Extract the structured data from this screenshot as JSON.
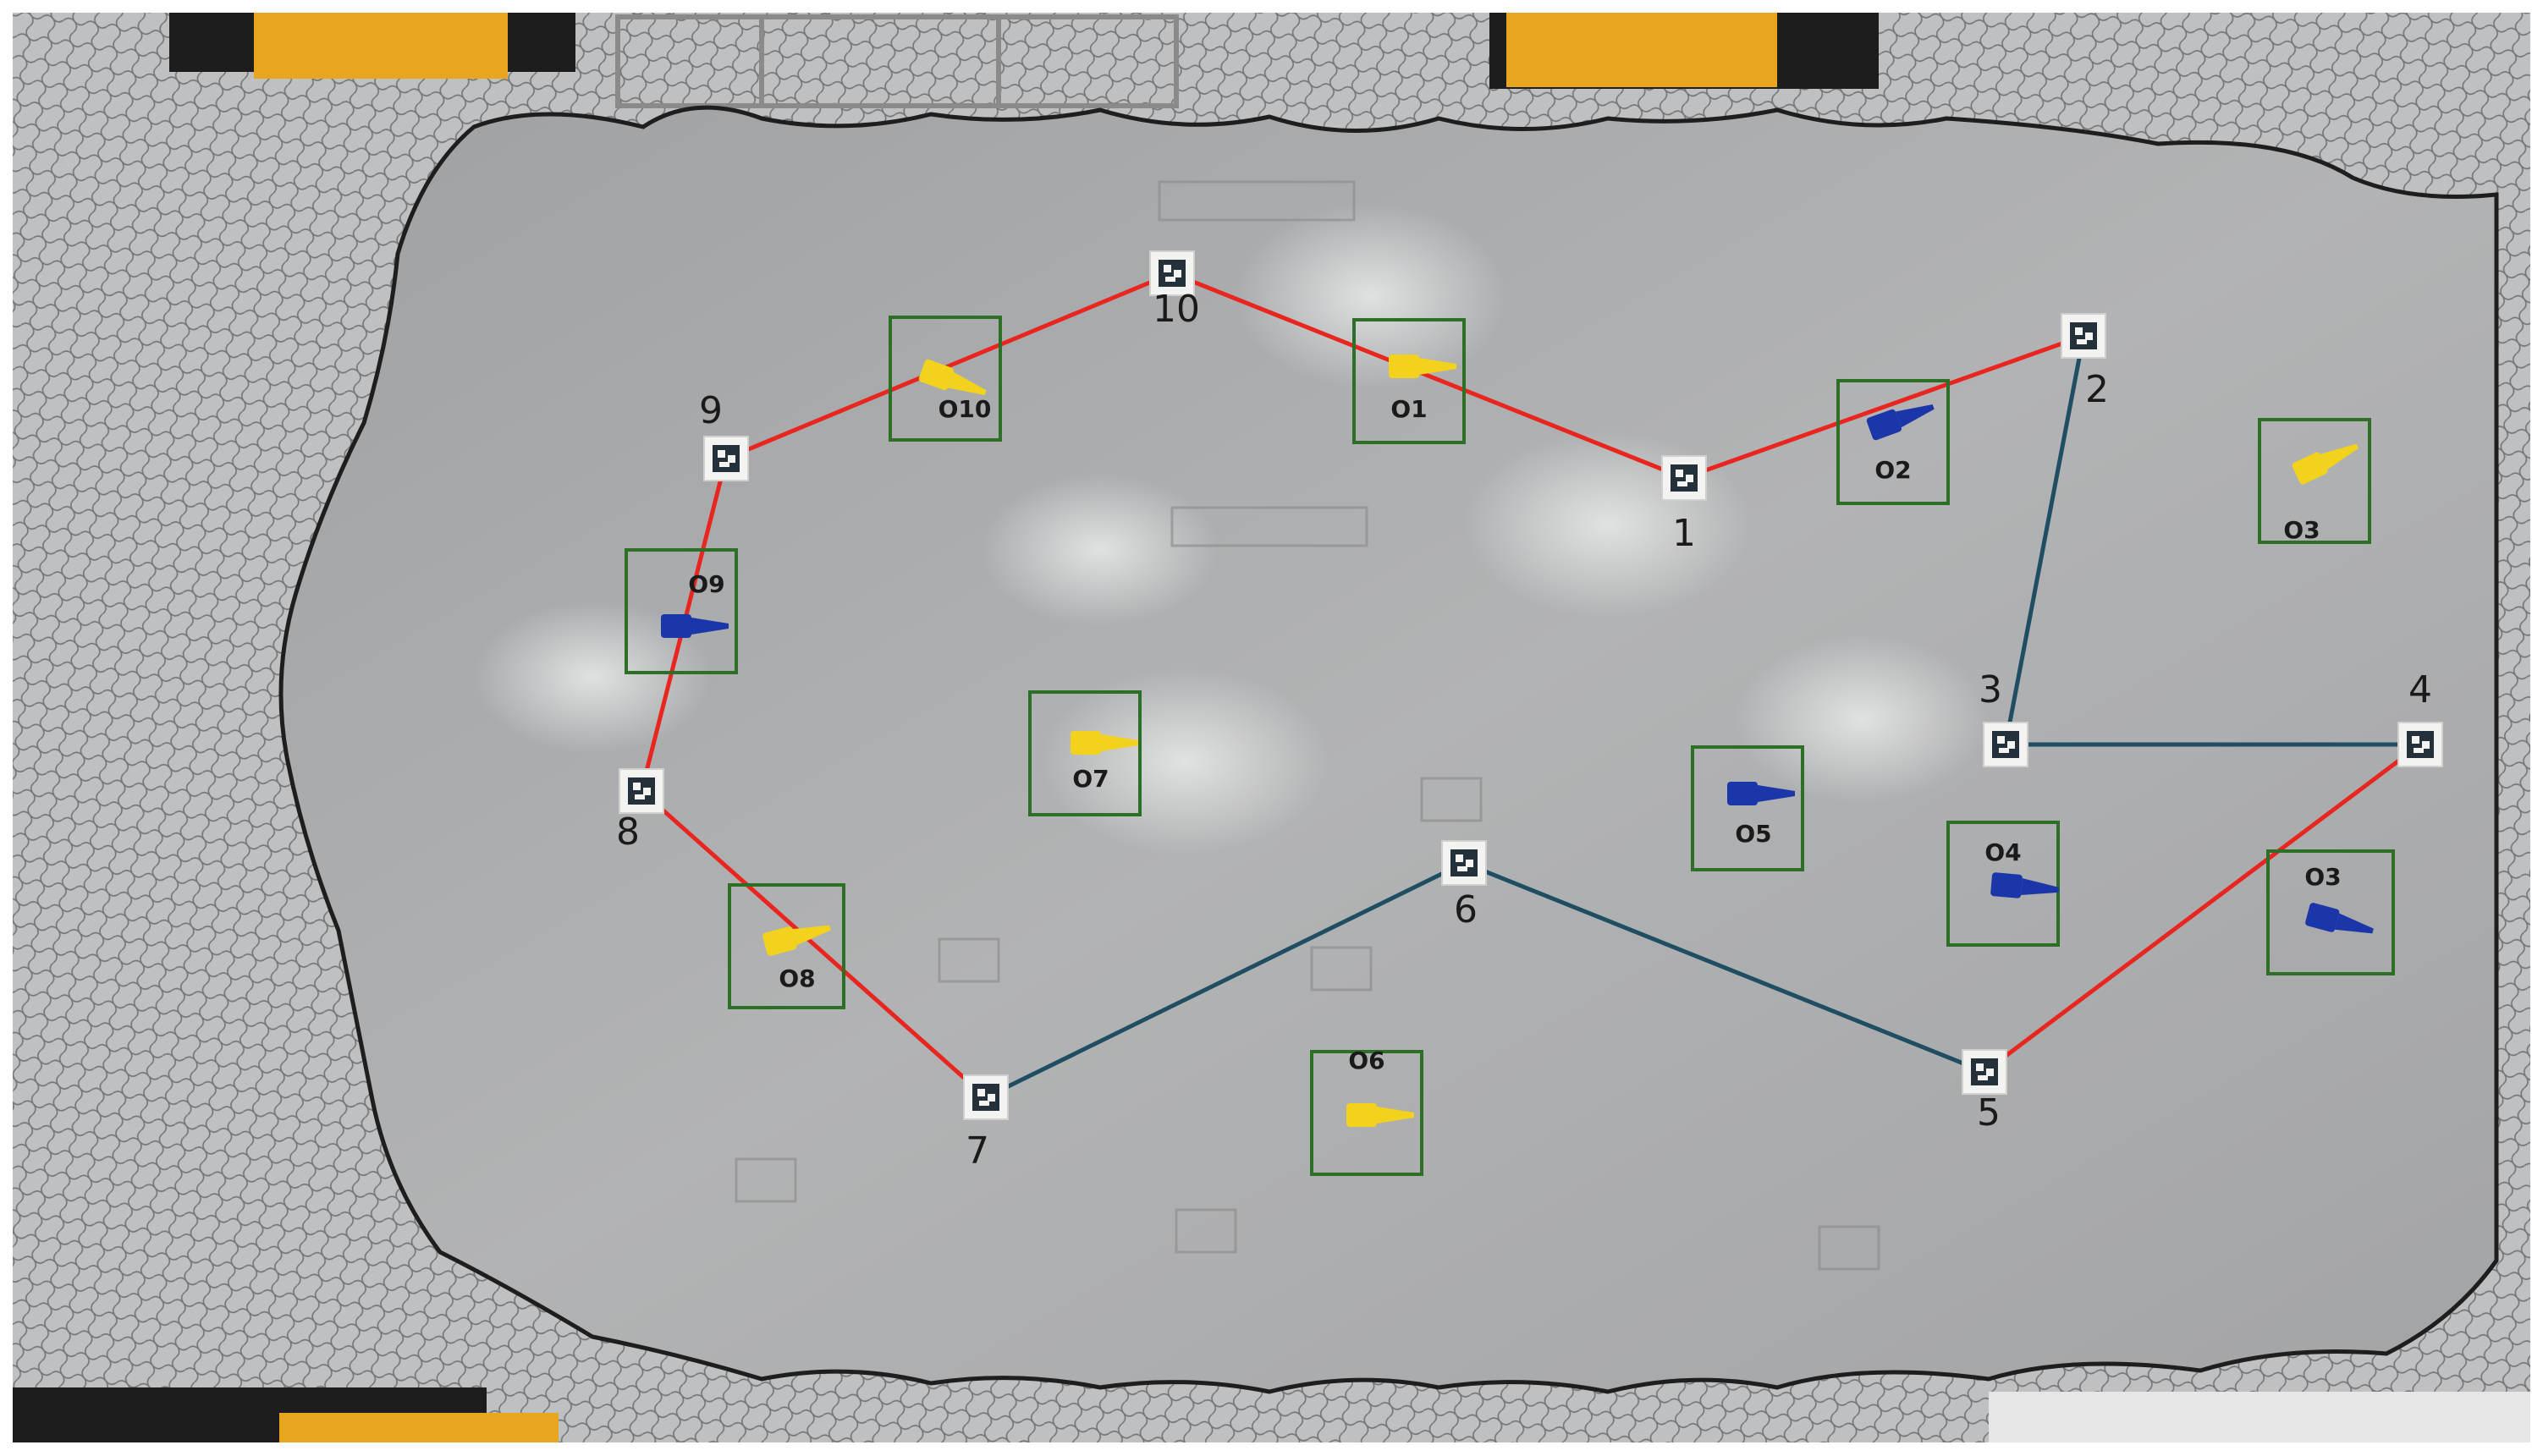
{
  "colors": {
    "floor": "#a8a9aa",
    "net": "#2a2a2a",
    "netPanel": "#bcbdbf",
    "frameYellow": "#e8a51e",
    "pathRed": "#e8261f",
    "pathTeal": "#1f4e63",
    "boxGreen": "#2e6f27",
    "coneYellow": "#f2d21c",
    "coneBlue": "#1a36a8",
    "markerWhite": "#f3f3f1",
    "markerDark": "#24303a"
  },
  "waypoints": [
    {
      "id": "1",
      "label": "1"
    },
    {
      "id": "2",
      "label": "2"
    },
    {
      "id": "3",
      "label": "3"
    },
    {
      "id": "4",
      "label": "4"
    },
    {
      "id": "5",
      "label": "5"
    },
    {
      "id": "6",
      "label": "6"
    },
    {
      "id": "7",
      "label": "7"
    },
    {
      "id": "8",
      "label": "8"
    },
    {
      "id": "9",
      "label": "9"
    },
    {
      "id": "10",
      "label": "10"
    }
  ],
  "path_segments": [
    {
      "from": "1",
      "to": "10",
      "style": "red"
    },
    {
      "from": "10",
      "to": "9",
      "style": "red"
    },
    {
      "from": "9",
      "to": "8",
      "style": "red"
    },
    {
      "from": "8",
      "to": "7",
      "style": "red"
    },
    {
      "from": "1",
      "to": "2",
      "style": "red"
    },
    {
      "from": "2",
      "to": "3",
      "style": "teal"
    },
    {
      "from": "3",
      "to": "4",
      "style": "teal"
    },
    {
      "from": "4",
      "to": "5",
      "style": "red"
    },
    {
      "from": "5",
      "to": "6",
      "style": "teal"
    },
    {
      "from": "6",
      "to": "7",
      "style": "teal"
    }
  ],
  "obstacles": [
    {
      "id": "o1",
      "label": "O1",
      "color": "yellow"
    },
    {
      "id": "o2",
      "label": "O2",
      "color": "blue"
    },
    {
      "id": "o3a",
      "label": "O3",
      "color": "yellow"
    },
    {
      "id": "o3b",
      "label": "O3",
      "color": "blue"
    },
    {
      "id": "o4",
      "label": "O4",
      "color": "blue"
    },
    {
      "id": "o5",
      "label": "O5",
      "color": "blue"
    },
    {
      "id": "o6",
      "label": "O6",
      "color": "yellow"
    },
    {
      "id": "o7",
      "label": "O7",
      "color": "yellow"
    },
    {
      "id": "o8",
      "label": "O8",
      "color": "yellow"
    },
    {
      "id": "o9",
      "label": "O9",
      "color": "blue"
    },
    {
      "id": "o10",
      "label": "O10",
      "color": "yellow"
    }
  ]
}
